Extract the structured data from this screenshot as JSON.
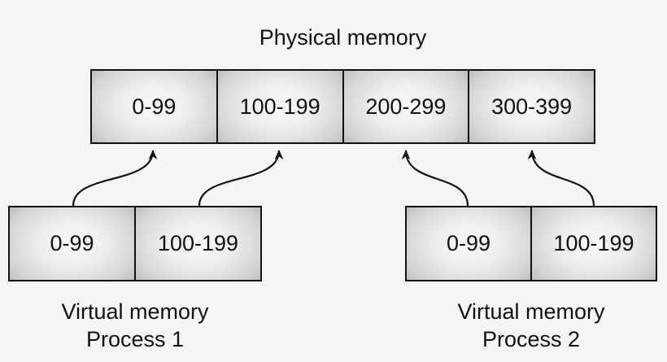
{
  "title": "Physical memory",
  "physical_memory": {
    "blocks": [
      "0-99",
      "100-199",
      "200-299",
      "300-399"
    ]
  },
  "process1": {
    "blocks": [
      "0-99",
      "100-199"
    ],
    "label_line1": "Virtual memory",
    "label_line2": "Process 1"
  },
  "process2": {
    "blocks": [
      "0-99",
      "100-199"
    ],
    "label_line1": "Virtual memory",
    "label_line2": "Process 2"
  },
  "mappings": [
    {
      "from": "Process 1 block 0-99",
      "to": "Physical block 0-99"
    },
    {
      "from": "Process 1 block 100-199",
      "to": "Physical block 100-199"
    },
    {
      "from": "Process 2 block 0-99",
      "to": "Physical block 200-299"
    },
    {
      "from": "Process 2 block 100-199",
      "to": "Physical block 300-399"
    }
  ],
  "colors": {
    "background": "#f5f5f5",
    "box_border": "#121212",
    "box_gradient_center": "#f8f8f8",
    "box_gradient_edge": "#aeaeae",
    "arrow": "#111111",
    "text": "#111111"
  }
}
